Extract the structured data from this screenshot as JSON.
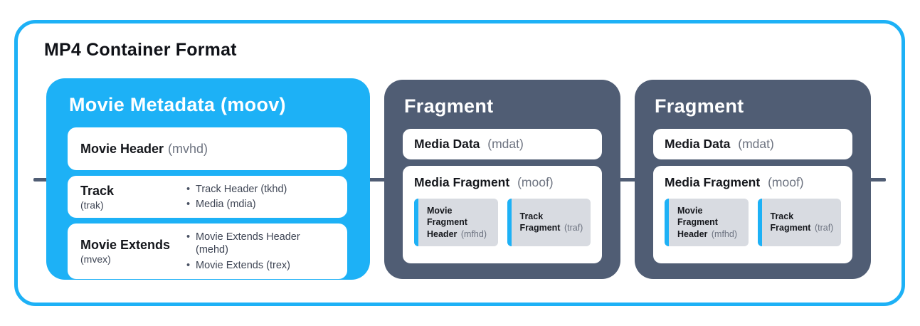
{
  "title": "MP4 Container Format",
  "colors": {
    "accent_blue": "#1DB1F6",
    "slate": "#505D74",
    "chip_gray": "#D8DBE1",
    "code_gray": "#6D7380",
    "text_dark": "#15171C"
  },
  "moov": {
    "title": "Movie Metadata (moov)",
    "rows": [
      {
        "name": "Movie Header",
        "code": "(mvhd)",
        "bullets": []
      },
      {
        "name": "Track",
        "code": "(trak)",
        "bullets": [
          "Track Header (tkhd)",
          "Media (mdia)"
        ]
      },
      {
        "name": "Movie Extends",
        "code": "(mvex)",
        "bullets": [
          "Movie Extends Header (mehd)",
          "Movie Extends (trex)"
        ]
      }
    ]
  },
  "fragments": [
    {
      "title": "Fragment",
      "media_data": {
        "name": "Media Data",
        "code": "(mdat)"
      },
      "media_fragment": {
        "name": "Media Fragment",
        "code": "(moof)",
        "chips": [
          {
            "name": "Movie Fragment Header",
            "code": "(mfhd)"
          },
          {
            "name": "Track Fragment",
            "code": "(traf)"
          }
        ]
      }
    },
    {
      "title": "Fragment",
      "media_data": {
        "name": "Media Data",
        "code": "(mdat)"
      },
      "media_fragment": {
        "name": "Media Fragment",
        "code": "(moof)",
        "chips": [
          {
            "name": "Movie Fragment Header",
            "code": "(mfhd)"
          },
          {
            "name": "Track Fragment",
            "code": "(traf)"
          }
        ]
      }
    }
  ]
}
